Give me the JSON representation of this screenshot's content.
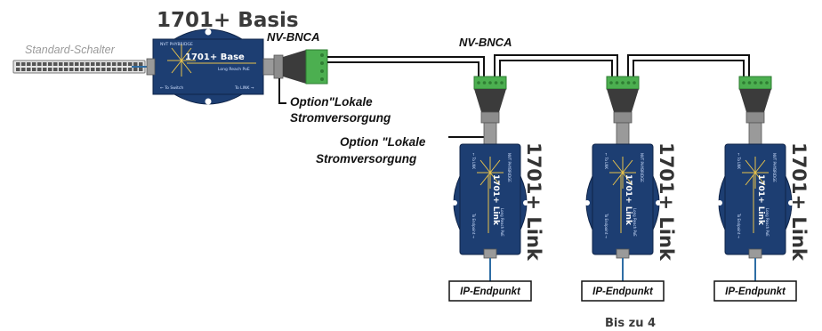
{
  "title": "1701+ Basis",
  "switch_label": "Standard-Schalter",
  "base_device": {
    "brand": "NVT PHYBRIDGE",
    "name": "1701+ Base",
    "subtitle": "Long Reach PoE",
    "port_left": "← To Switch",
    "port_right": "To LINK →"
  },
  "adapter_label_top": "NV-BNCA",
  "adapter_label_middle": "NV-BNCA",
  "option_power_base": [
    "Option\"Lokale",
    "Stromversorgung"
  ],
  "option_power_link": [
    "Option \"Lokale",
    "Stromversorgung"
  ],
  "link_device": {
    "brand": "NVT PHYBRIDGE",
    "name": "1701+ Link",
    "subtitle": "Long Reach PoE",
    "port_top": "← To LNK",
    "port_bottom": "To Endpoint →"
  },
  "link_side_label": "1701+ Link",
  "endpoint_label": "IP-Endpunkt",
  "footer": "Bis zu 4",
  "colors": {
    "device_blue": "#1d3e72",
    "cable": "#111111",
    "ethernet": "#2e6da4",
    "terminal_green": "#4caf50",
    "adapter_dark": "#3b3b3b"
  }
}
